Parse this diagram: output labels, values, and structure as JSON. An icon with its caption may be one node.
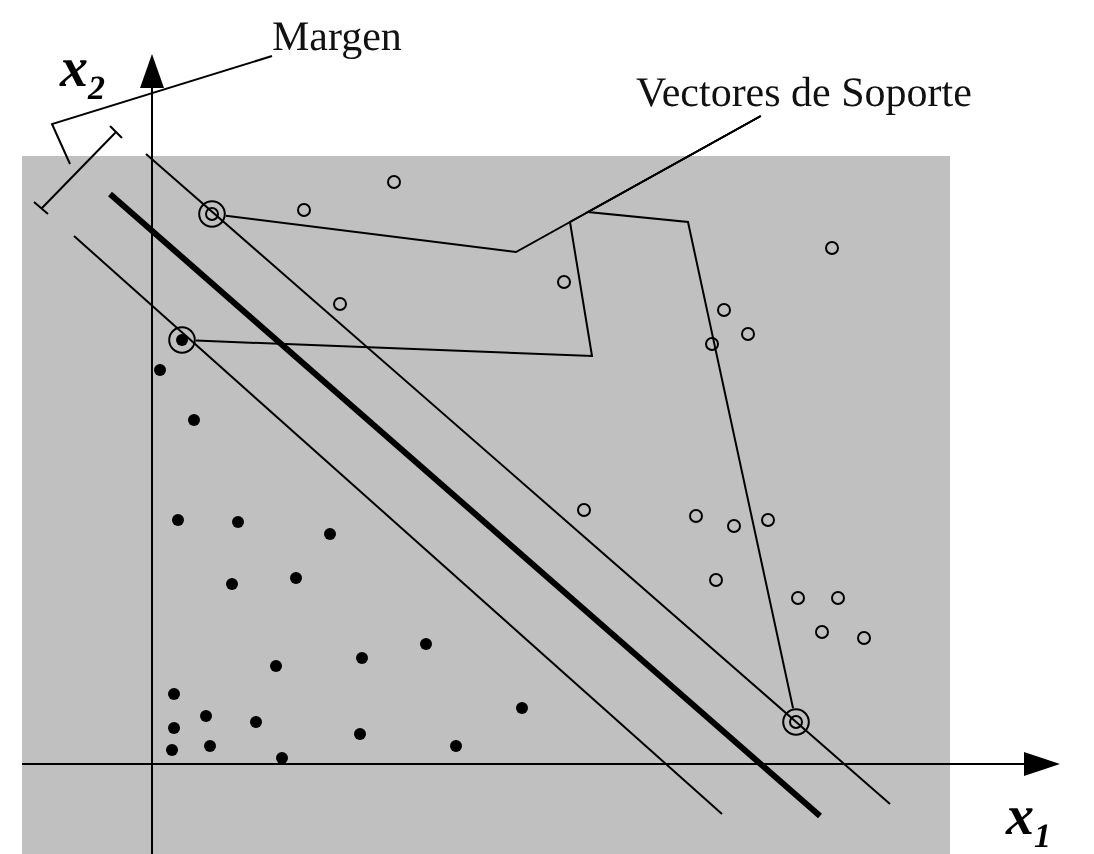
{
  "diagram": {
    "nodes": [
      {
        "text": [
          "Margen"
        ]
      },
      {
        "text": [
          "Vectores de Soporte"
        ]
      },
      {
        "text": [],
        "shape": "circle"
      },
      {
        "text": [],
        "shape": "circle"
      },
      {
        "text": [],
        "shape": "circle"
      }
    ],
    "edges": [
      {
        "from": 0,
        "to": null,
        "arrow": "none"
      },
      {
        "from": 1,
        "to": 2,
        "arrow": "none"
      },
      {
        "from": 1,
        "to": 3,
        "arrow": "none"
      },
      {
        "from": 1,
        "to": 4,
        "arrow": "none"
      }
    ],
    "labels": [
      "x$_{2}$",
      "x$_{1}$"
    ]
  }
}
